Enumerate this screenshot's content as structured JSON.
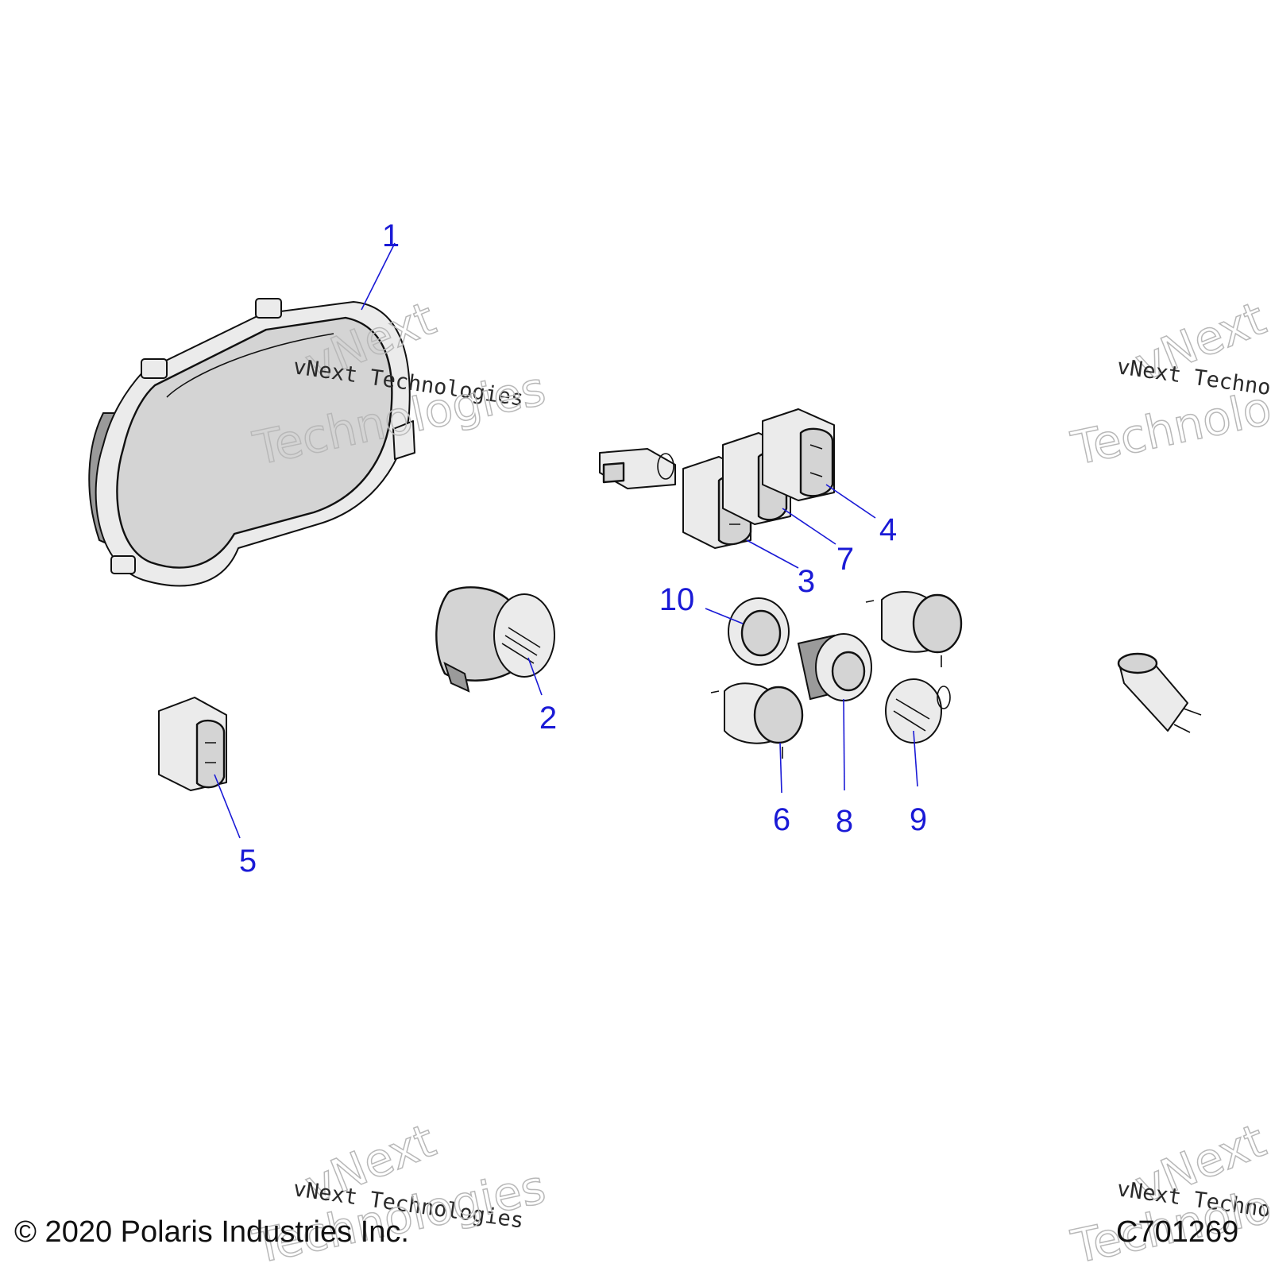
{
  "callouts": [
    {
      "id": "1",
      "label": "1"
    },
    {
      "id": "2",
      "label": "2"
    },
    {
      "id": "3",
      "label": "3"
    },
    {
      "id": "4",
      "label": "4"
    },
    {
      "id": "5",
      "label": "5"
    },
    {
      "id": "6",
      "label": "6"
    },
    {
      "id": "7",
      "label": "7"
    },
    {
      "id": "8",
      "label": "8"
    },
    {
      "id": "9",
      "label": "9"
    },
    {
      "id": "10",
      "label": "10"
    }
  ],
  "watermark": {
    "line": "vNext Technologies",
    "outline_top": "vNext",
    "outline_bottom": "Technologies"
  },
  "footer": {
    "copyright": "© 2020 Polaris Industries Inc.",
    "drawing_code": "C701269"
  },
  "colors": {
    "callout": "#1a1ad6",
    "linework": "#111111"
  }
}
